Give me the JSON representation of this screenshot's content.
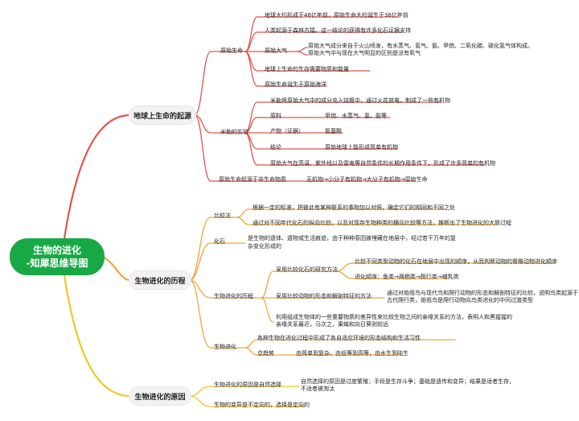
{
  "root": {
    "line1": "生物的进化",
    "line2": "-知犀思维导图"
  },
  "origin": {
    "title": "地球上生命的起源",
    "primitive": {
      "label": "原始生命",
      "items": [
        "地球大约形成于46亿年前，原始生命大约诞生于36亿年前",
        "人类起源于森林古猿。这一结论的获得有许多化石证据支持",
        "原始大气",
        "地球上生命的生存需要物质和能量",
        "原始生命诞生于原始海洋"
      ],
      "atmosphere": [
        "原始大气成分来自于火山喷发，有水蒸气、氢气、氨、甲烷、二氧化碳、硫化氢气体构成。",
        "原始大气中与现在大气明显的区别是没有氧气"
      ]
    },
    "miller": {
      "label": "米勒的实验",
      "procedure": "米勒将原始大气中的成分充入烧瓶中，通过火花放电，制成了一些有机物",
      "materials_label": "原料",
      "materials": "甲烷、水蒸气、氢、氨等",
      "product_label": "产物（证据）",
      "product": "氨基酸",
      "conclusion_label": "结论",
      "conclusion": "原始地球上能形成简单有机物",
      "note": "原始大气在高温、紫外线以及雷电等自然条件的长期作用条件下，形成了许多简单的有机物"
    },
    "nonliving": {
      "label": "原始生命起源于非生命物质",
      "detail": "无机物→小分子有机物→大分子有机物→原始生命"
    }
  },
  "process": {
    "title": "生物进化的历程",
    "comparison": {
      "label": "比较法",
      "items": [
        "根据一定的标准，把彼此有某种联系的事物加以对照，确定它们的相同和不同之处",
        "通过对不同年代化石的纵向比较，以及对现存生物种类的横向比较等方法，推断出了生物进化的大致过程"
      ]
    },
    "fossil": {
      "label": "化石",
      "text": [
        "是生物的遗体、遗物或生活痕迹，由于种种原因被埋藏在地层中，经过若干万年的复",
        "杂变化形成的"
      ]
    },
    "history": {
      "label": "生物进化的历程",
      "fossil_method": {
        "label": "采用比较化石的研究方法",
        "items": [
          "比较不同类型动物的化石在地层中出现的顺序，从而判断动物的脊椎动物进化顺序",
          "进化顺序：鱼类→两栖类→爬行类→哺乳类"
        ]
      },
      "morph_method": {
        "label": "采用比较动物的形态和解剖特征的方法",
        "text": [
          "通过对始祖鸟与现代鸟和爬行动物的形态和解剖特征的比较，说明鸟类起源于",
          "古代爬行类，始祖鸟是爬行动物向鸟类进化的中间过渡类型"
        ]
      },
      "protein": [
        "利用组成生物体的一些重要物质的差异性来比较生物之间的亲缘关系的方法，表明人和黑猩猩的",
        "亲缘关系最近，马次之，果蝇和向日葵则较远"
      ]
    },
    "evolution": {
      "label": "生物进化",
      "items": [
        "各种生物在进化过程中形成了各自适应环境的形态结构和生活习性",
        "总趋势"
      ],
      "trend": "由简单到复杂，由低等到高等，由水生到陆生"
    }
  },
  "causes": {
    "title": "生物进化的原因",
    "selection": {
      "label": "生物进化的原因是自然选择",
      "text": [
        "自然选择的原因是过度繁殖；手段是生存斗争；基础是遗传和变异；结果是适者生存，",
        "不适者被淘汰"
      ]
    },
    "variation": "生物的变异是不定向的，选择是定向的"
  },
  "colors": {
    "root": "#19a846",
    "origin": "#e0564c",
    "process": "#f0a53a",
    "causes": "#f2c624"
  }
}
